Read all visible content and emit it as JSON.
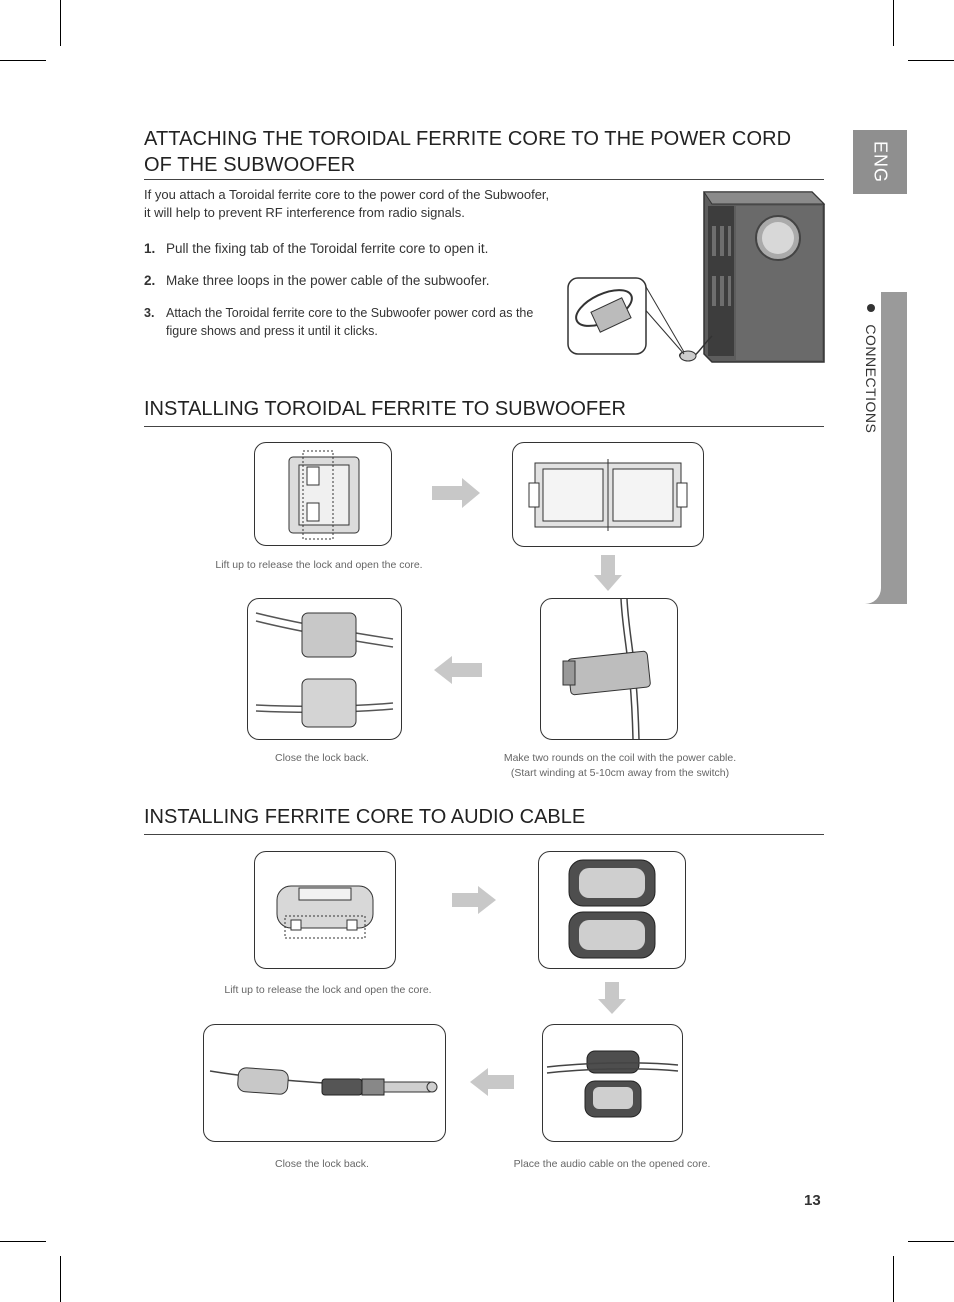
{
  "side_tabs": {
    "language": "ENG",
    "section": "CONNECTIONS"
  },
  "section1": {
    "title": "ATTACHING THE TOROIDAL FERRITE CORE TO THE POWER CORD OF THE SUBWOOFER",
    "intro_line1": "If you attach a Toroidal ferrite core to the power cord of the Subwoofer,",
    "intro_line2": "it will help to prevent RF interference from radio signals.",
    "steps": [
      {
        "num": "1.",
        "text": "Pull the fixing tab of the Toroidal ferrite core to open it."
      },
      {
        "num": "2.",
        "text": "Make three loops in the power cable of the subwoofer."
      },
      {
        "num": "3.",
        "text": "Attach the Toroidal ferrite core to the Subwoofer power cord as the figure shows and press it until it clicks."
      }
    ]
  },
  "section2": {
    "title": "INSTALLING TOROIDAL FERRITE TO SUBWOOFER",
    "caption_open": "Lift up to release the lock and open the core.",
    "caption_close": "Close the lock back.",
    "caption_wind_line1": "Make two rounds on the coil with the power cable.",
    "caption_wind_line2": "(Start winding at 5-10cm away from the switch)"
  },
  "section3": {
    "title": "INSTALLING FERRITE CORE TO AUDIO CABLE",
    "caption_open": "Lift up to release the lock and open the core.",
    "caption_close": "Close the lock back.",
    "caption_place": "Place the audio cable on the opened core."
  },
  "page_number": "13",
  "colors": {
    "tab_gray": "#8f8f8f",
    "arrow_gray": "#c8c8c8",
    "text_dark": "#222222"
  }
}
